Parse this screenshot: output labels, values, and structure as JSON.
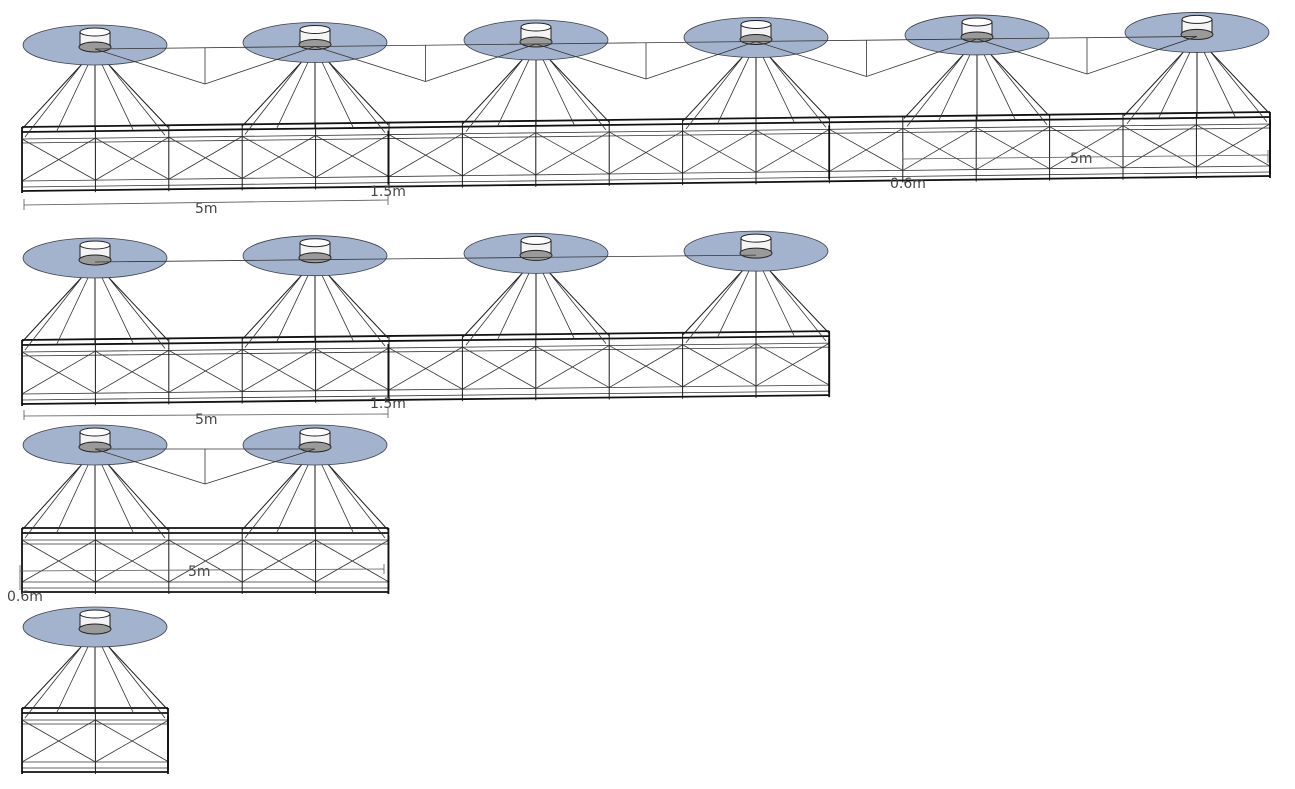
{
  "rows": [
    {
      "units": 6,
      "dims": [
        {
          "text": "5m"
        },
        {
          "text": "1.5m"
        },
        {
          "text": "5m"
        },
        {
          "text": "0.6m"
        }
      ]
    },
    {
      "units": 4,
      "dims": [
        {
          "text": "5m"
        },
        {
          "text": "1.5m"
        }
      ]
    },
    {
      "units": 2,
      "dims": [
        {
          "text": "5m"
        },
        {
          "text": "0.6m"
        }
      ]
    },
    {
      "units": 1,
      "dims": []
    }
  ],
  "colors": {
    "disc": "#a4b3cd",
    "lines": "#1a1a1a",
    "dimension": "#555555"
  }
}
